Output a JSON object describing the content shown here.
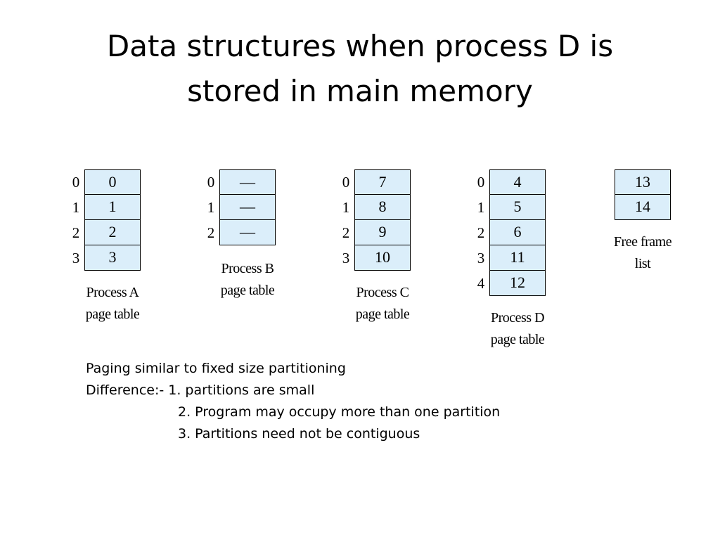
{
  "title": {
    "line1": "Data structures when process D is",
    "line2": "stored in main memory"
  },
  "tables": {
    "a": {
      "rows": [
        {
          "index": "0",
          "frame": "0"
        },
        {
          "index": "1",
          "frame": "1"
        },
        {
          "index": "2",
          "frame": "2"
        },
        {
          "index": "3",
          "frame": "3"
        }
      ],
      "caption_line1": "Process A",
      "caption_line2": "page table"
    },
    "b": {
      "rows": [
        {
          "index": "0",
          "frame": "—"
        },
        {
          "index": "1",
          "frame": "—"
        },
        {
          "index": "2",
          "frame": "—"
        }
      ],
      "caption_line1": "Process B",
      "caption_line2": "page table"
    },
    "c": {
      "rows": [
        {
          "index": "0",
          "frame": "7"
        },
        {
          "index": "1",
          "frame": "8"
        },
        {
          "index": "2",
          "frame": "9"
        },
        {
          "index": "3",
          "frame": "10"
        }
      ],
      "caption_line1": "Process C",
      "caption_line2": "page table"
    },
    "d": {
      "rows": [
        {
          "index": "0",
          "frame": "4"
        },
        {
          "index": "1",
          "frame": "5"
        },
        {
          "index": "2",
          "frame": "6"
        },
        {
          "index": "3",
          "frame": "11"
        },
        {
          "index": "4",
          "frame": "12"
        }
      ],
      "caption_line1": "Process D",
      "caption_line2": "page table"
    },
    "free": {
      "rows": [
        {
          "frame": "13"
        },
        {
          "frame": "14"
        }
      ],
      "caption_line1": "Free frame",
      "caption_line2": "list"
    }
  },
  "notes": {
    "line1": "Paging similar to fixed size partitioning",
    "line2": "Difference:- 1. partitions are small",
    "line3": "2. Program may occupy more than one partition",
    "line4": "3. Partitions need not be contiguous"
  }
}
